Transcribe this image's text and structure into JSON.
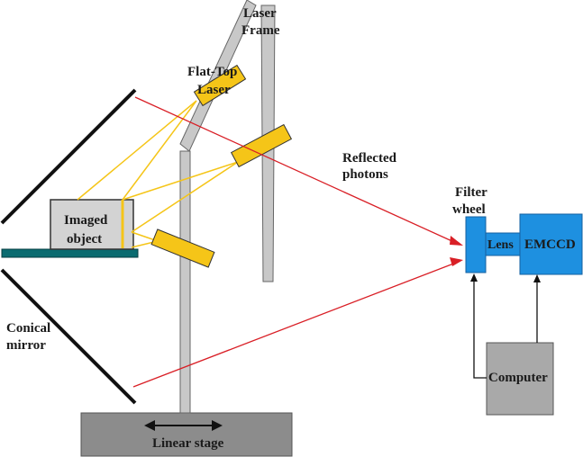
{
  "labels": {
    "laser_frame_1": "Laser",
    "laser_frame_2": "Frame",
    "flat_top_1": "Flat-Top",
    "flat_top_2": "Laser",
    "reflected_1": "Reflected",
    "reflected_2": "photons",
    "filter_1": "Filter",
    "filter_2": "wheel",
    "imaged_1": "Imaged",
    "imaged_2": "object",
    "lens": "Lens",
    "emccd": "EMCCD",
    "conical_1": "Conical",
    "conical_2": "mirror",
    "computer": "Computer",
    "linear_stage": "Linear stage"
  },
  "colors": {
    "laser_beam": "#f5c518",
    "laser_body": "#f5c518",
    "reflected_ray": "#d91f26",
    "camera_blue": "#1e90e0",
    "frame_gray": "#c8c8c8",
    "stage_gray": "#8c8c8c",
    "computer_gray": "#a9a9a9",
    "platform_teal": "#0a6b70",
    "object_gray": "#d3d3d3"
  }
}
